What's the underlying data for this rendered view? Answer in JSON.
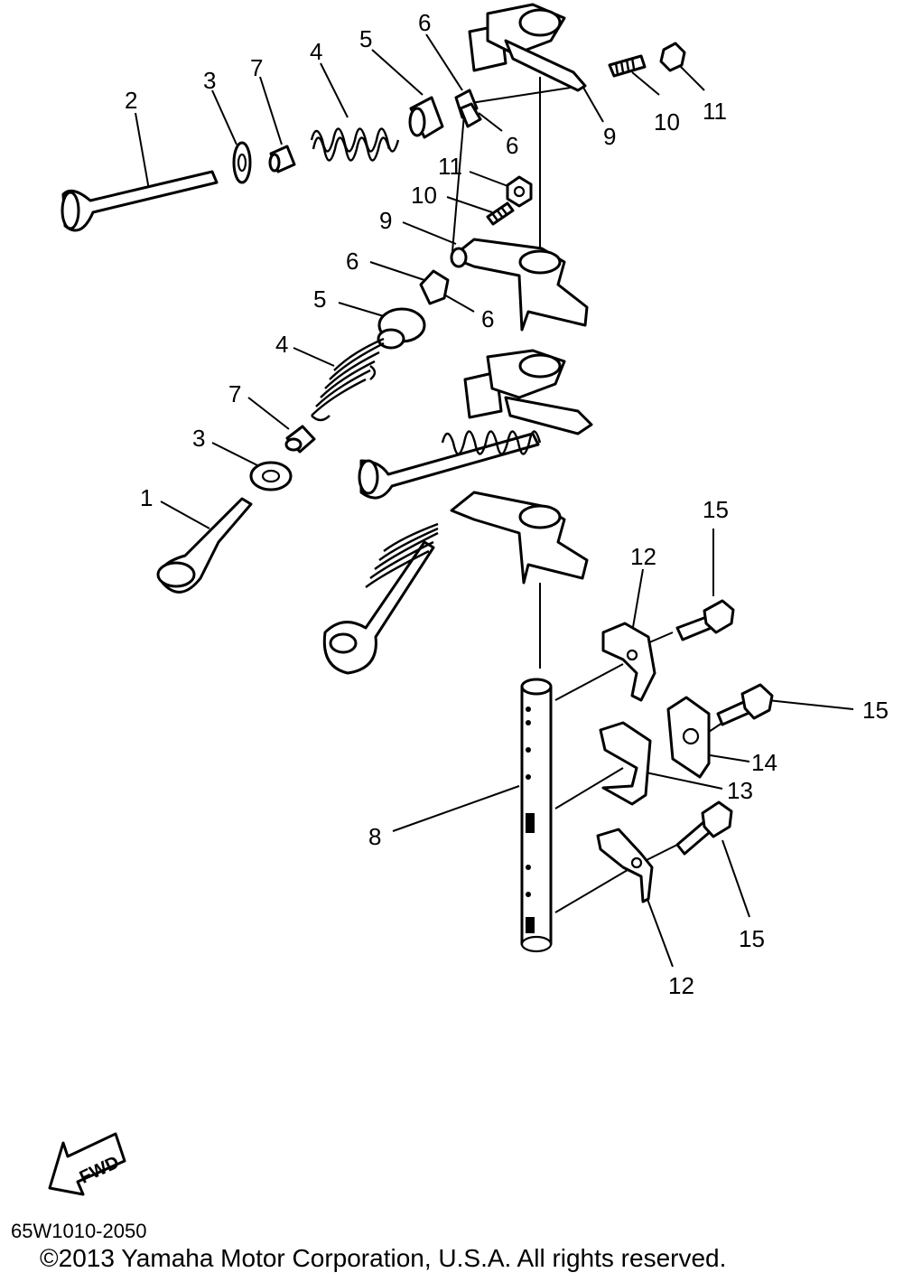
{
  "callouts": {
    "c1": "1",
    "c2": "2",
    "c3a": "3",
    "c3b": "3",
    "c4a": "4",
    "c4b": "4",
    "c5a": "5",
    "c5b": "5",
    "c6a": "6",
    "c6b": "6",
    "c6c": "6",
    "c6d": "6",
    "c7a": "7",
    "c7b": "7",
    "c8": "8",
    "c9a": "9",
    "c9b": "9",
    "c10a": "10",
    "c10b": "10",
    "c11a": "11",
    "c11b": "11",
    "c12a": "12",
    "c12b": "12",
    "c13": "13",
    "c14": "14",
    "c15a": "15",
    "c15b": "15",
    "c15c": "15"
  },
  "fwd_label": "FWD",
  "diagram_code": "65W1010-2050",
  "copyright": "©2013 Yamaha Motor Corporation, U.S.A. All rights reserved."
}
